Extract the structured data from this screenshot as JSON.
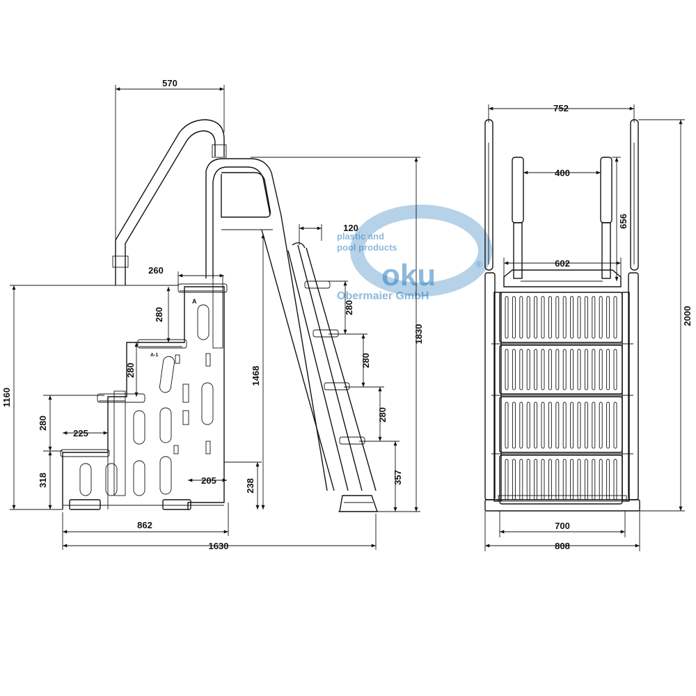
{
  "watermark": {
    "brand": "oku",
    "tagline_line1": "plastic and",
    "tagline_line2": "pool products",
    "company": "Obermaier GmbH",
    "registered_mark": "®",
    "color": "#2f7fc0"
  },
  "side_view": {
    "dimensions": {
      "handrail_width": "570",
      "top_step_depth": "260",
      "step_rise_1": "280",
      "step_rise_2": "280",
      "step_rise_3": "280",
      "bottom_step_depth": "225",
      "bottom_step_height": "318",
      "overall_height_steps": "1160",
      "platform_height": "1468",
      "base_foot_gap": "205",
      "foot_height": "238",
      "steps_length": "862",
      "overall_length": "1630",
      "ladder_top_offset": "120",
      "ladder_rung_1": "280",
      "ladder_rung_2": "280",
      "ladder_rung_3": "280",
      "ladder_bottom_rung": "357",
      "overall_height_ladder": "1830"
    },
    "step_labels": {
      "top": "A",
      "middle": "A-1"
    }
  },
  "front_view": {
    "dimensions": {
      "outer_rail_width": "752",
      "inner_rail_width": "400",
      "inner_rail_height": "656",
      "inner_base_width": "602",
      "overall_height": "2000",
      "tread_width": "700",
      "base_width": "808"
    }
  }
}
